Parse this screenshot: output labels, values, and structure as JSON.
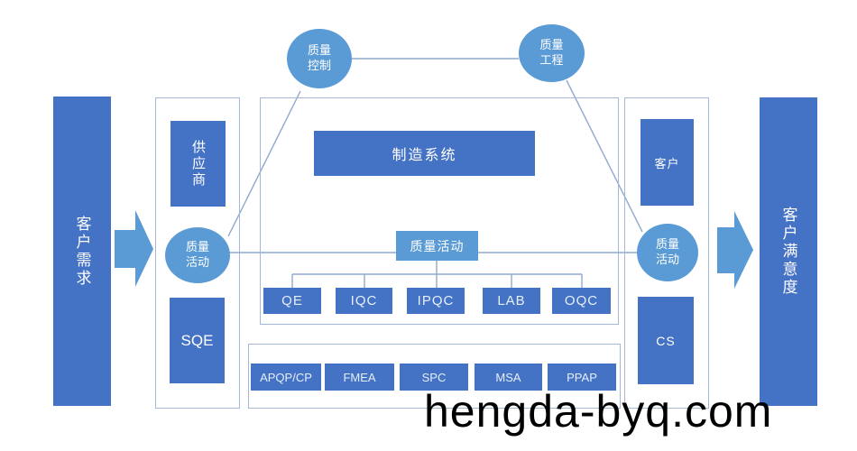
{
  "watermark": "hengda-byq.com",
  "colors": {
    "dark_blue": "#4472C4",
    "light_blue": "#5B9BD5",
    "outline": "#A4B7D6",
    "connector": "#8FA9CE"
  },
  "flow": {
    "input_bar": "客户需求",
    "output_bar": "客户满意度"
  },
  "top_circles": {
    "quality_control": "质量\n控制",
    "quality_engineering": "质量\n工程"
  },
  "supplier_group": {
    "supplier": "供应商",
    "activity": "质量\n活动",
    "sqe": "SQE"
  },
  "manufacturing_group": {
    "system": "制造系统",
    "activity": "质量活动",
    "departments": [
      "QE",
      "IQC",
      "IPQC",
      "LAB",
      "OQC"
    ]
  },
  "tools_group": {
    "items": [
      "APQP/CP",
      "FMEA",
      "SPC",
      "MSA",
      "PPAP"
    ]
  },
  "customer_group": {
    "customer": "客户",
    "activity": "质量\n活动",
    "cs": "CS"
  }
}
